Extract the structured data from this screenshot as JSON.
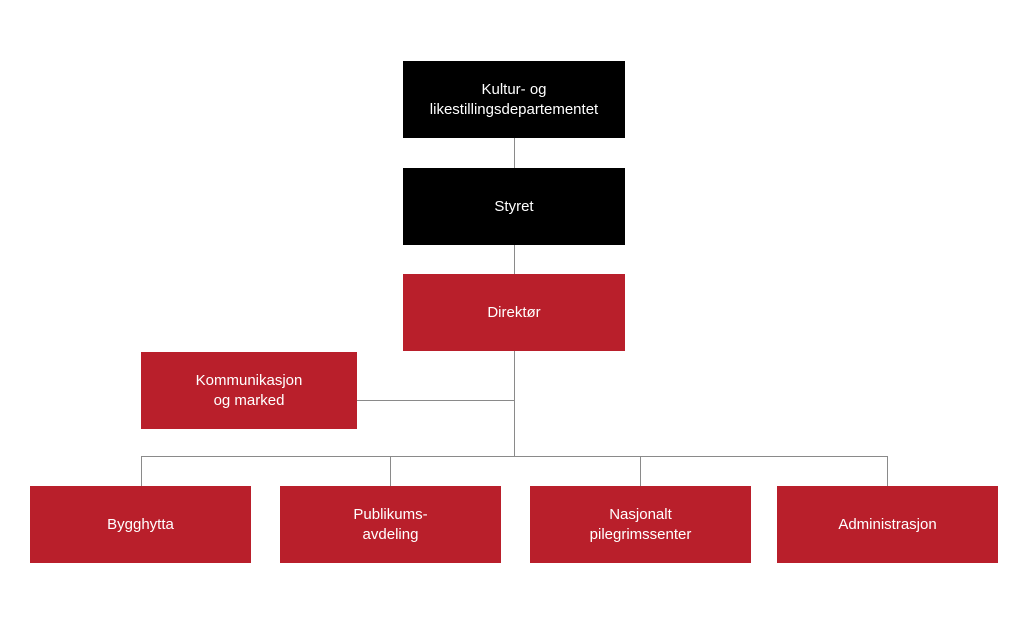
{
  "colors": {
    "dark_box": "#000000",
    "red_box": "#b91f2b",
    "text": "#ffffff",
    "connector": "#8a8a8a"
  },
  "org_chart": {
    "ministry": "Kultur- og\nlikestillingsdepartementet",
    "board": "Styret",
    "director": "Direktør",
    "staff_unit": "Kommunikasjon\nog marked",
    "departments": [
      "Bygghytta",
      "Publikums-\navdeling",
      "Nasjonalt\npilegrimssenter",
      "Administrasjon"
    ]
  }
}
